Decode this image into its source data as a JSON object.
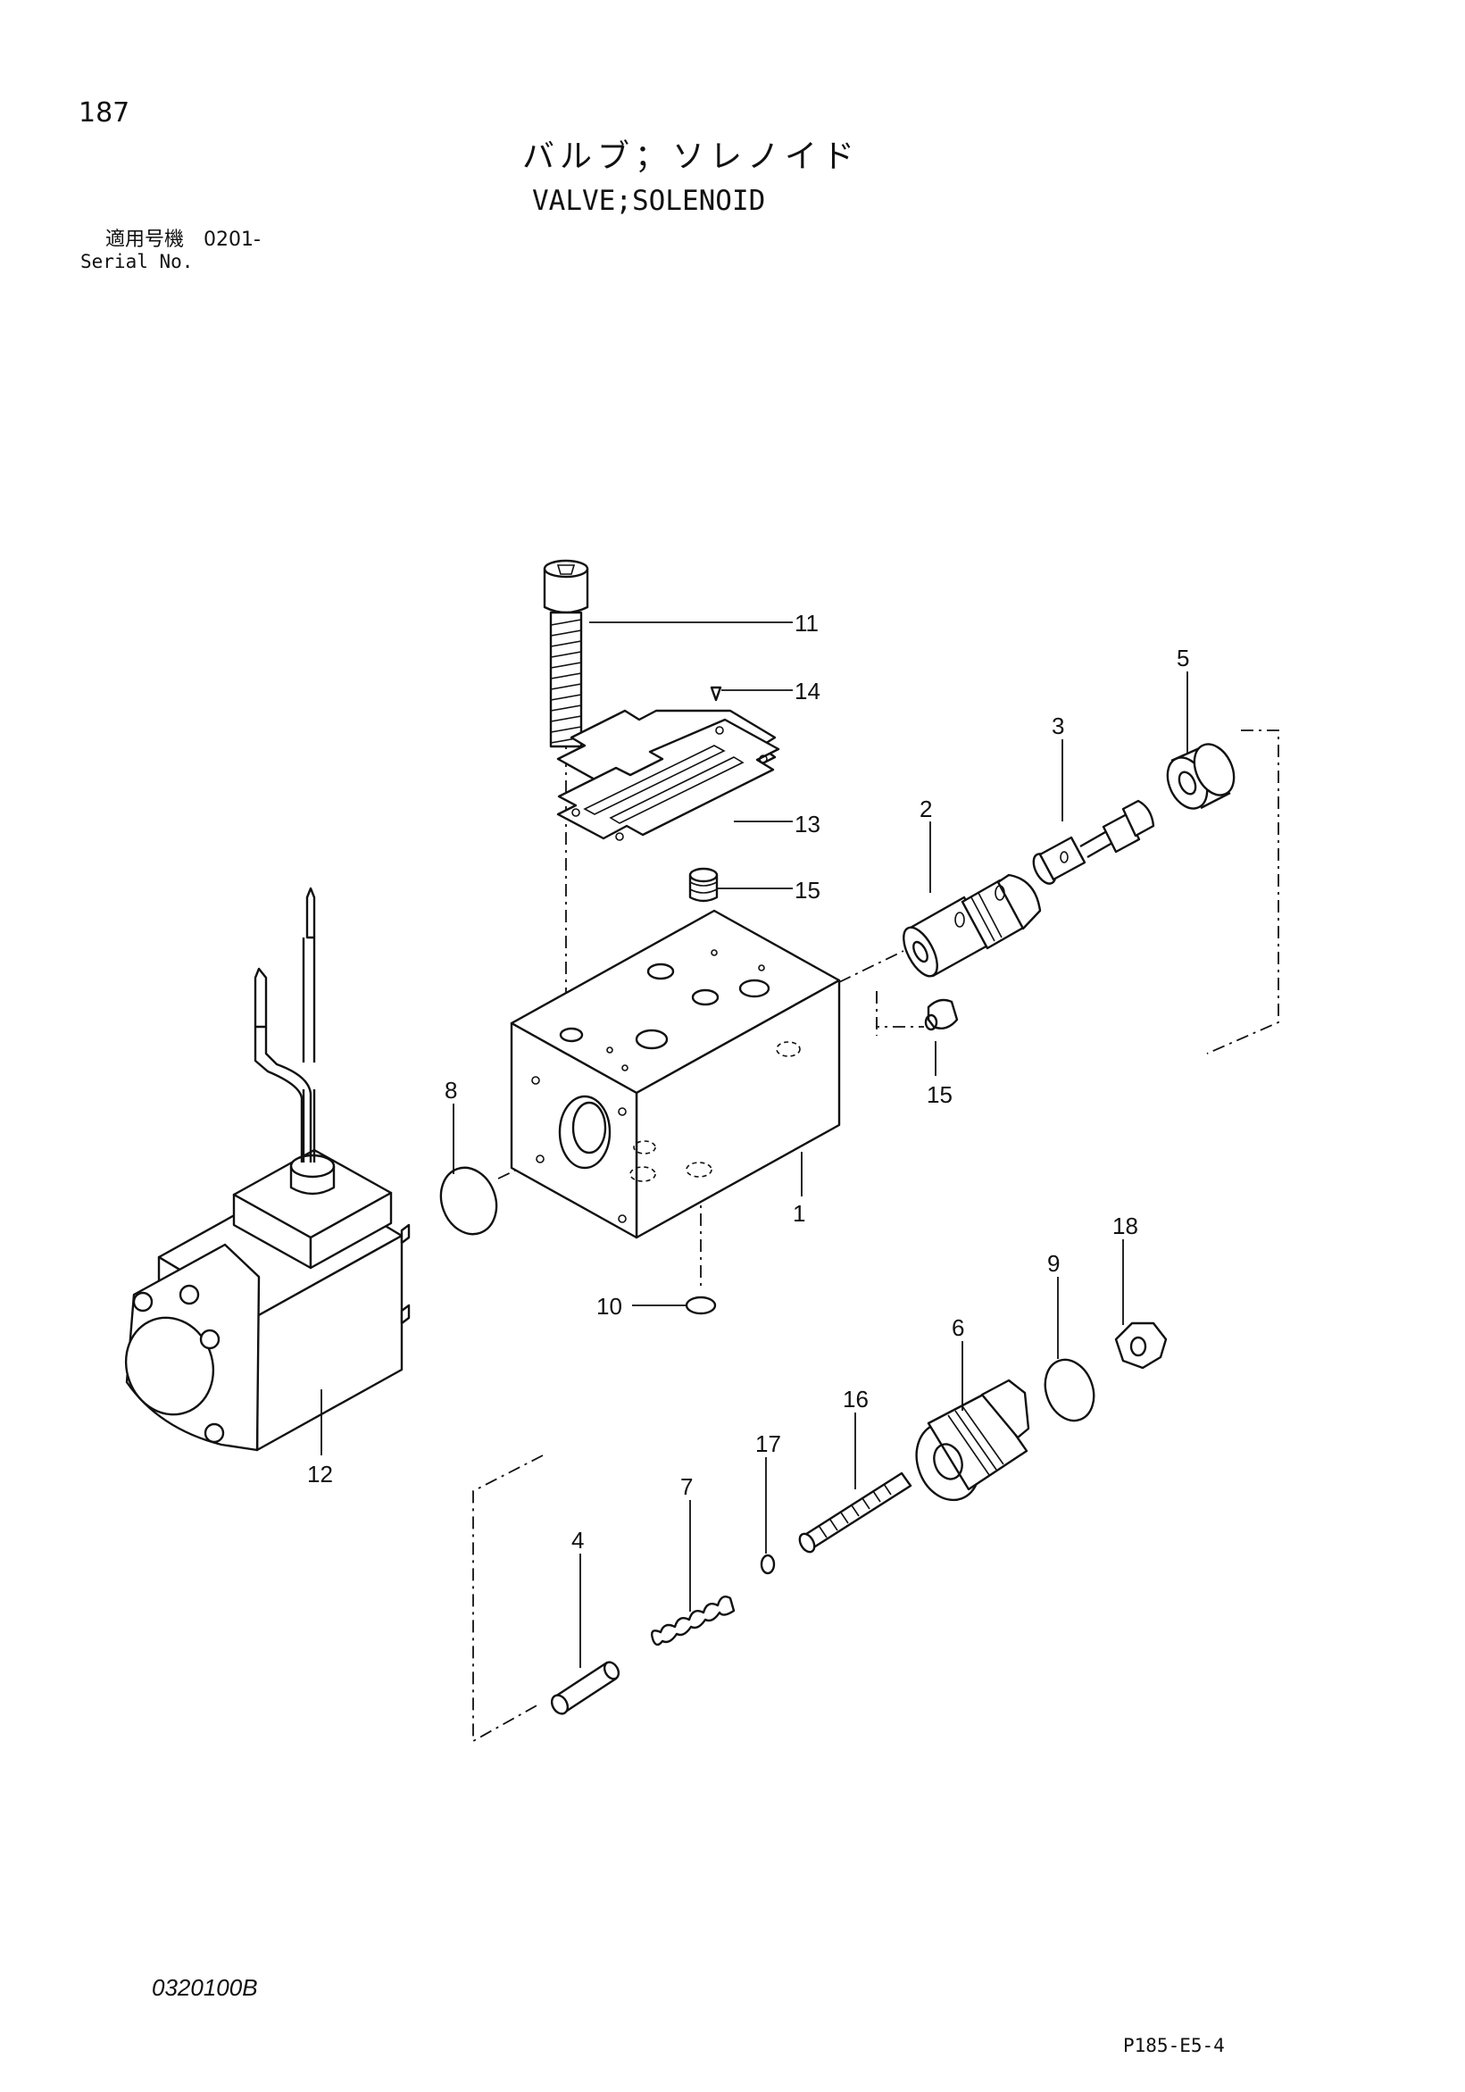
{
  "header": {
    "page_number": "187",
    "title_jp": "バルブ；ソレノイド",
    "title_en": "VALVE;SOLENOID",
    "serial_label_jp": "適用号機　0201-",
    "serial_label_en": "Serial No."
  },
  "footer": {
    "drawing_code": "0320100B",
    "page_ref": "P185-E5-4"
  },
  "callouts": [
    "1",
    "2",
    "3",
    "4",
    "5",
    "6",
    "7",
    "8",
    "9",
    "10",
    "11",
    "12",
    "13",
    "14",
    "15",
    "15",
    "16",
    "17",
    "18"
  ]
}
